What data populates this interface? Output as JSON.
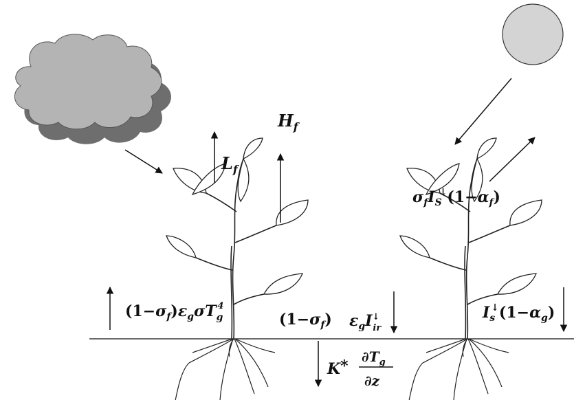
{
  "labels": {
    "latent_flux": {
      "main": "L",
      "sub": "f"
    },
    "sensible_flux": {
      "main": "H",
      "sub": "f"
    },
    "ground_emission": {
      "prefix": "(1−",
      "sigma": "σ",
      "sigma_sub": "f",
      "mid": ")",
      "eps": "ε",
      "eps_sub": "g",
      "sigmaT": "σT",
      "T_sub": "g",
      "T_sup": "4"
    },
    "incoming_longwave": {
      "prefix": "(1−",
      "sigma": "σ",
      "sigma_sub": "f",
      "suffix": ")",
      "eps": "ε",
      "eps_sub": "g",
      "I": "I",
      "I_sup": "↓",
      "I_sub": "ir"
    },
    "reflected_solar": {
      "sigma": "σ",
      "sigma_sub": "f",
      "I": "I",
      "I_sub": "S",
      "I_sup": "↓",
      "open": "(1−",
      "alpha": "α",
      "alpha_sub": "f",
      "close": ")"
    },
    "ground_solar": {
      "I": "I",
      "I_sub": "s",
      "I_sup": "↓",
      "open": "(1−",
      "alpha": "α",
      "alpha_sub": "g",
      "close": ")"
    },
    "ground_heat": {
      "K": "K",
      "star": "*",
      "numerator": "∂T",
      "num_sub": "g",
      "denominator": "∂z"
    }
  },
  "icons": {
    "cloud": "cloud-icon",
    "sun": "sun-icon",
    "plant_left": "plant-icon",
    "plant_right": "plant-icon"
  },
  "colors": {
    "cloud_fill": "#b4b4b4",
    "cloud_shadow": "#6e6e6e",
    "sun_fill": "#d4d4d4",
    "line": "#111111"
  }
}
